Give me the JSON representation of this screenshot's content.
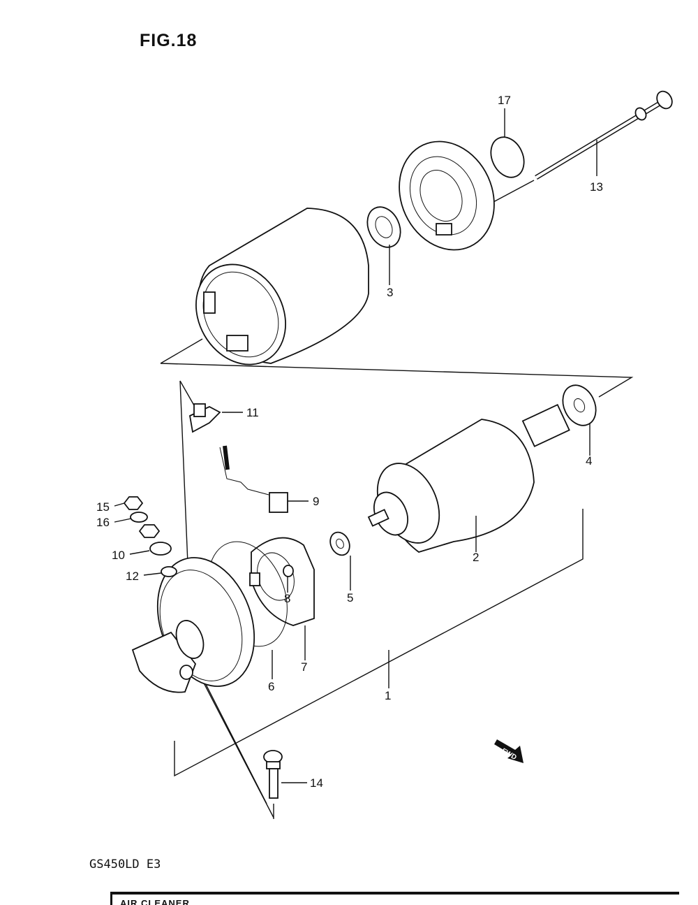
{
  "figure_title": "FIG.18",
  "model_code": "GS450LD E3",
  "footer_text": "AIR CLEANER",
  "fwd_label": "FWD",
  "callouts": [
    {
      "id": "17",
      "label": "17"
    },
    {
      "id": "13",
      "label": "13"
    },
    {
      "id": "3",
      "label": "3"
    },
    {
      "id": "11",
      "label": "11"
    },
    {
      "id": "4",
      "label": "4"
    },
    {
      "id": "9",
      "label": "9"
    },
    {
      "id": "15",
      "label": "15"
    },
    {
      "id": "16",
      "label": "16"
    },
    {
      "id": "10",
      "label": "10"
    },
    {
      "id": "12",
      "label": "12"
    },
    {
      "id": "2",
      "label": "2"
    },
    {
      "id": "5",
      "label": "5"
    },
    {
      "id": "8",
      "label": "8"
    },
    {
      "id": "7",
      "label": "7"
    },
    {
      "id": "6",
      "label": "6"
    },
    {
      "id": "1",
      "label": "1"
    },
    {
      "id": "14",
      "label": "14"
    }
  ]
}
